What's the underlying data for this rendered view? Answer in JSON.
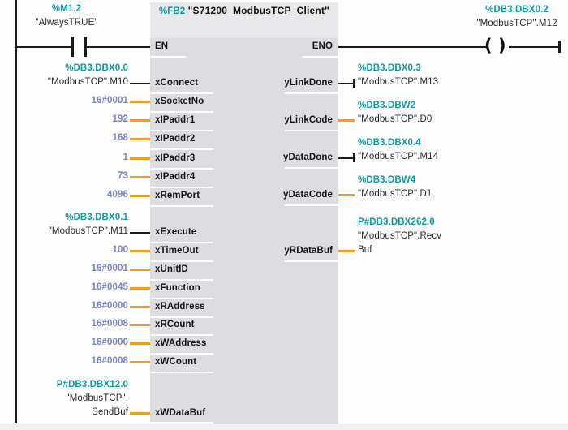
{
  "colors": {
    "address_teal": "#0d9c9e",
    "constant_blue": "#7b85c4",
    "wire_orange": "#f09b22",
    "wire_black": "#1c1c1c",
    "block_body": "#dcdce1",
    "block_header": "#e9e9ec"
  },
  "contact": {
    "address": "%M1.2",
    "operand": "\"AlwaysTRUE\""
  },
  "block": {
    "address": "%FB2",
    "title": "\"S71200_ModbusTCP_Client\"",
    "en_label": "EN",
    "eno_label": "ENO"
  },
  "coil": {
    "address": "%DB3.DBX0.2",
    "operand": "\"ModbusTCP\".M12"
  },
  "inputs": [
    {
      "pin": "xConnect",
      "lines": [
        "%DB3.DBX0.0",
        "\"ModbusTCP\".M10"
      ]
    },
    {
      "pin": "xSocketNo",
      "lines": [
        "16#0001"
      ]
    },
    {
      "pin": "xIPaddr1",
      "lines": [
        "192"
      ]
    },
    {
      "pin": "xIPaddr2",
      "lines": [
        "168"
      ]
    },
    {
      "pin": "xIPaddr3",
      "lines": [
        "1"
      ]
    },
    {
      "pin": "xIPaddr4",
      "lines": [
        "73"
      ]
    },
    {
      "pin": "xRemPort",
      "lines": [
        "4096"
      ]
    },
    {
      "pin": "xExecute",
      "lines": [
        "%DB3.DBX0.1",
        "\"ModbusTCP\".M11"
      ]
    },
    {
      "pin": "xTimeOut",
      "lines": [
        "100"
      ]
    },
    {
      "pin": "xUnitID",
      "lines": [
        "16#0001"
      ]
    },
    {
      "pin": "xFunction",
      "lines": [
        "16#0045"
      ]
    },
    {
      "pin": "xRAddress",
      "lines": [
        "16#0000"
      ]
    },
    {
      "pin": "xRCount",
      "lines": [
        "16#0008"
      ]
    },
    {
      "pin": "xWAddress",
      "lines": [
        "16#0000"
      ]
    },
    {
      "pin": "xWCount",
      "lines": [
        "16#0008"
      ]
    },
    {
      "pin": "xWDataBuf",
      "lines": [
        "P#DB3.DBX12.0",
        "\"ModbusTCP\".",
        "SendBuf"
      ]
    }
  ],
  "outputs": [
    {
      "pin": "yLinkDone",
      "lines": [
        "%DB3.DBX0.3",
        "\"ModbusTCP\".M13"
      ]
    },
    {
      "pin": "yLinkCode",
      "lines": [
        "%DB3.DBW2",
        "\"ModbusTCP\".D0"
      ]
    },
    {
      "pin": "yDataDone",
      "lines": [
        "%DB3.DBX0.4",
        "\"ModbusTCP\".M14"
      ]
    },
    {
      "pin": "yDataCode",
      "lines": [
        "%DB3.DBW4",
        "\"ModbusTCP\".D1"
      ]
    },
    {
      "pin": "yRDataBuf",
      "lines": [
        "P#DB3.DBX262.0",
        "\"ModbusTCP\".Recv",
        "Buf"
      ]
    }
  ]
}
